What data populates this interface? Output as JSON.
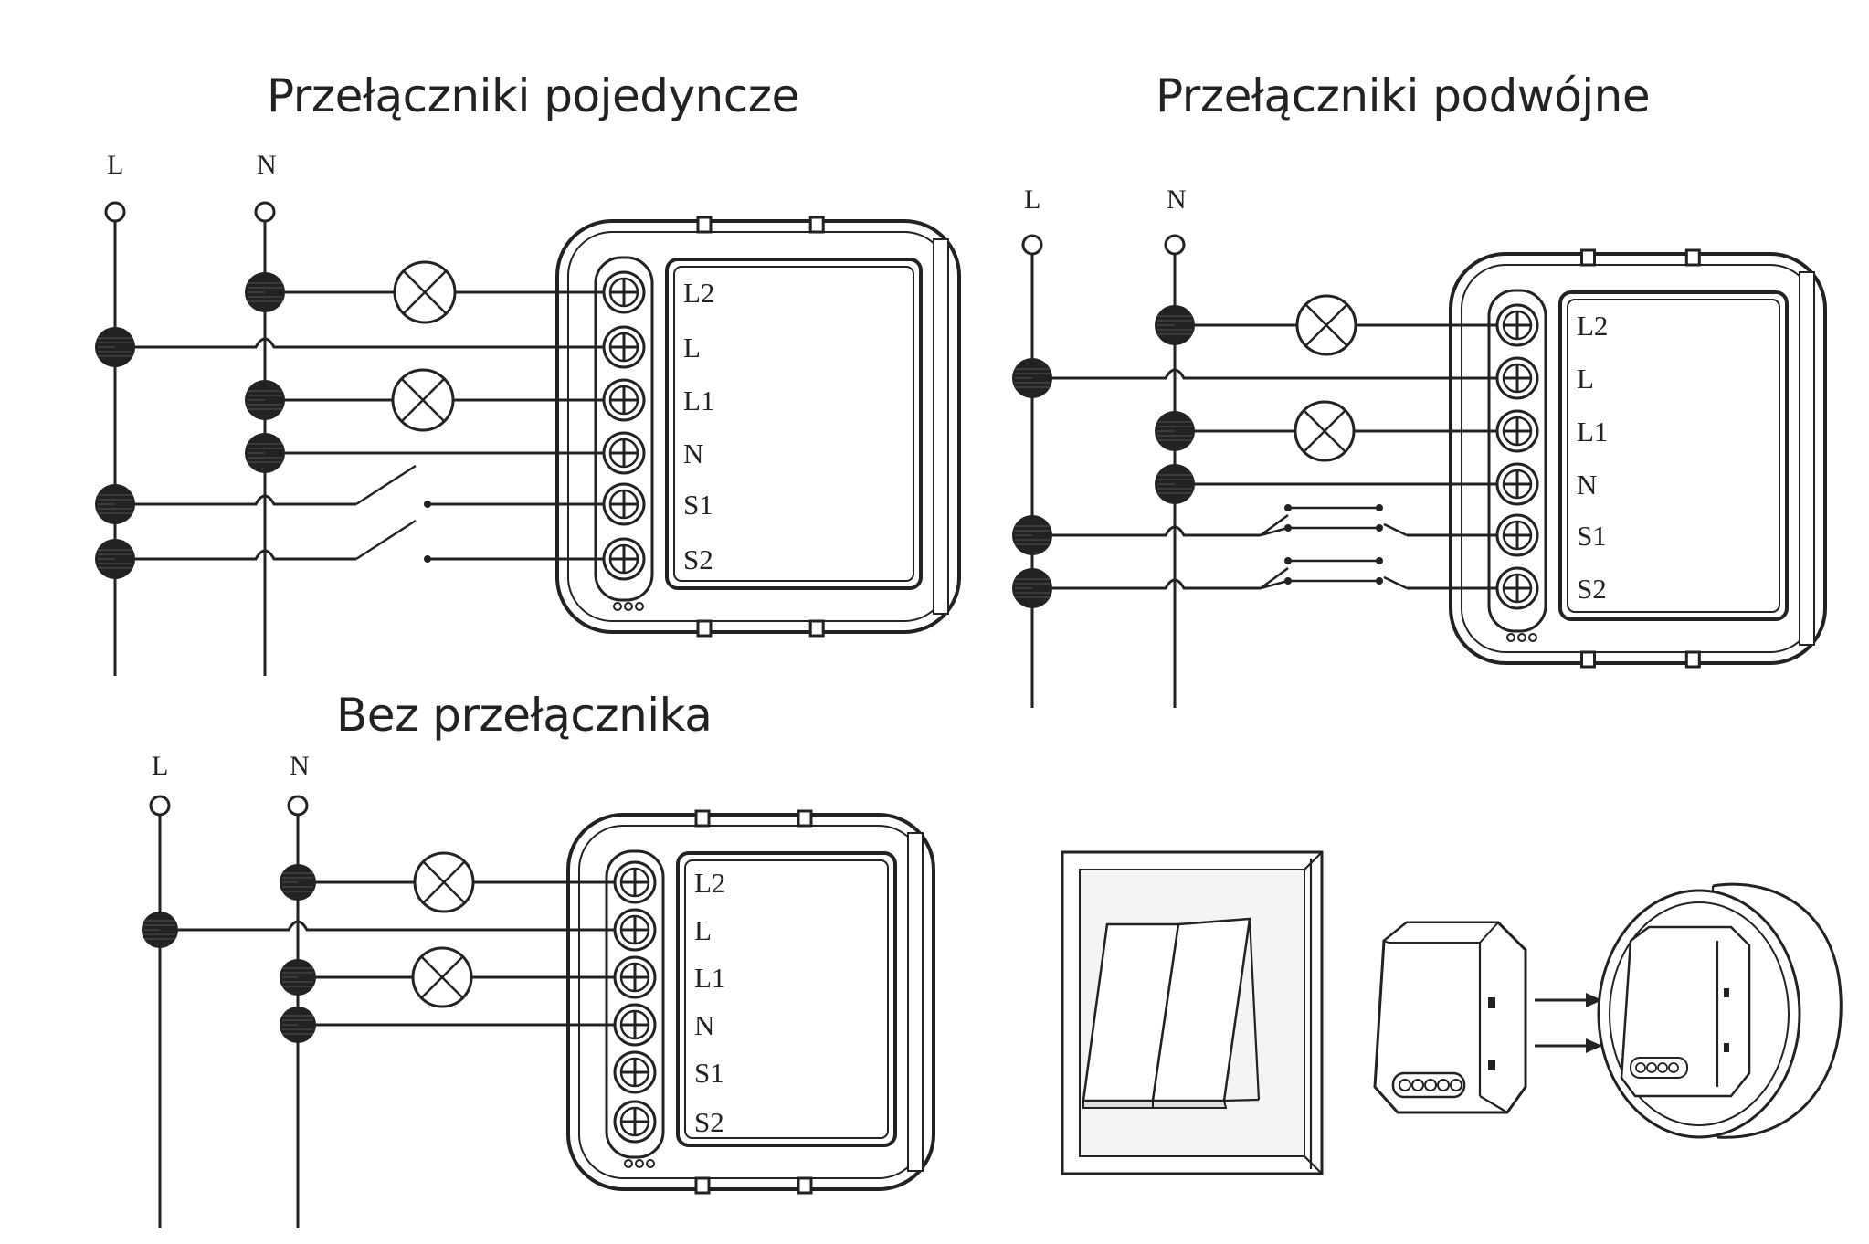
{
  "titles": {
    "single": "Przełączniki pojedyncze",
    "double": "Przełączniki podwójne",
    "none": "Bez przełącznika"
  },
  "rails": {
    "live": "L",
    "neutral": "N"
  },
  "terminals": [
    "L2",
    "L",
    "L1",
    "N",
    "S1",
    "S2"
  ],
  "colors": {
    "ink": "#222222",
    "paper": "#ffffff",
    "panel_shade": "#f2f2f2"
  },
  "icons": [
    "lamp-icon",
    "switch-icon",
    "junction-dot-icon",
    "arrow-right-icon",
    "wall-switch-icon",
    "relay-module-icon",
    "wall-box-icon"
  ]
}
